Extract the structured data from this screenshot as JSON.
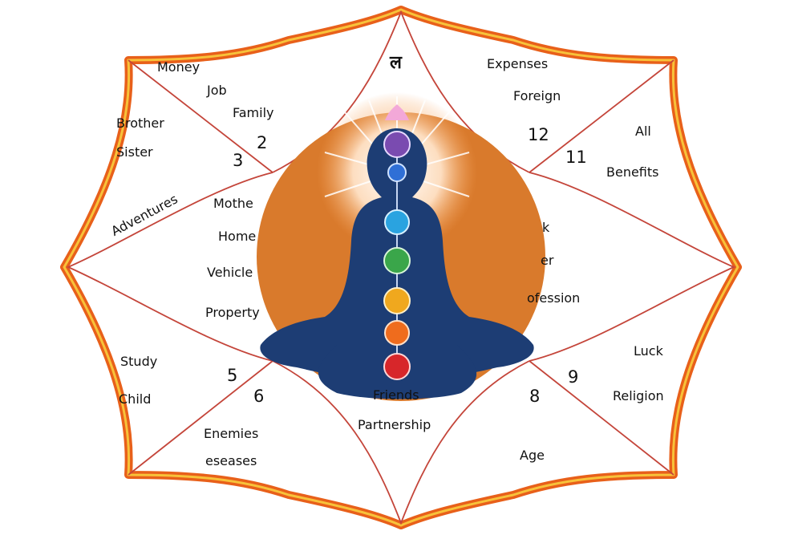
{
  "top_glyph": "ल",
  "houses": {
    "h1": {
      "number": "",
      "labels": []
    },
    "h2": {
      "number": "2",
      "labels": [
        "Money",
        "Job",
        "Family"
      ]
    },
    "h3": {
      "number": "3",
      "labels": [
        "Brother",
        "Sister",
        "Adventures"
      ]
    },
    "h4": {
      "number": "",
      "labels": [
        "Mothe",
        "Home",
        "Vehicle",
        "Property"
      ]
    },
    "h5": {
      "number": "5",
      "labels": [
        "Study",
        "Child"
      ]
    },
    "h6": {
      "number": "6",
      "labels": [
        "Enemies",
        "eseases"
      ]
    },
    "h7": {
      "number": "",
      "labels": [
        "Friends",
        "Partnership"
      ]
    },
    "h8": {
      "number": "8",
      "labels": [
        "Age"
      ]
    },
    "h9": {
      "number": "9",
      "labels": [
        "Luck",
        "Religion"
      ]
    },
    "h10": {
      "number": "",
      "labels": [
        "k",
        "er",
        "ofession"
      ]
    },
    "h11": {
      "number": "11",
      "labels": [
        "All",
        "Benefits"
      ]
    },
    "h12": {
      "number": "12",
      "labels": [
        "Expenses",
        "Foreign"
      ]
    }
  },
  "colors": {
    "frame_outer": "#e8601a",
    "frame_inner": "#f7c23a",
    "lines": "#c4453a",
    "sun": "#d97a2c",
    "figure": "#1d3d74",
    "chakras": [
      "#7a4bb0",
      "#2f6fd6",
      "#2aa3e0",
      "#3aa64a",
      "#f0a81e",
      "#ef6c1d",
      "#d7262a"
    ]
  },
  "icons": [
    "meditating-figure-icon",
    "chakra-icon",
    "lotus-icon"
  ]
}
